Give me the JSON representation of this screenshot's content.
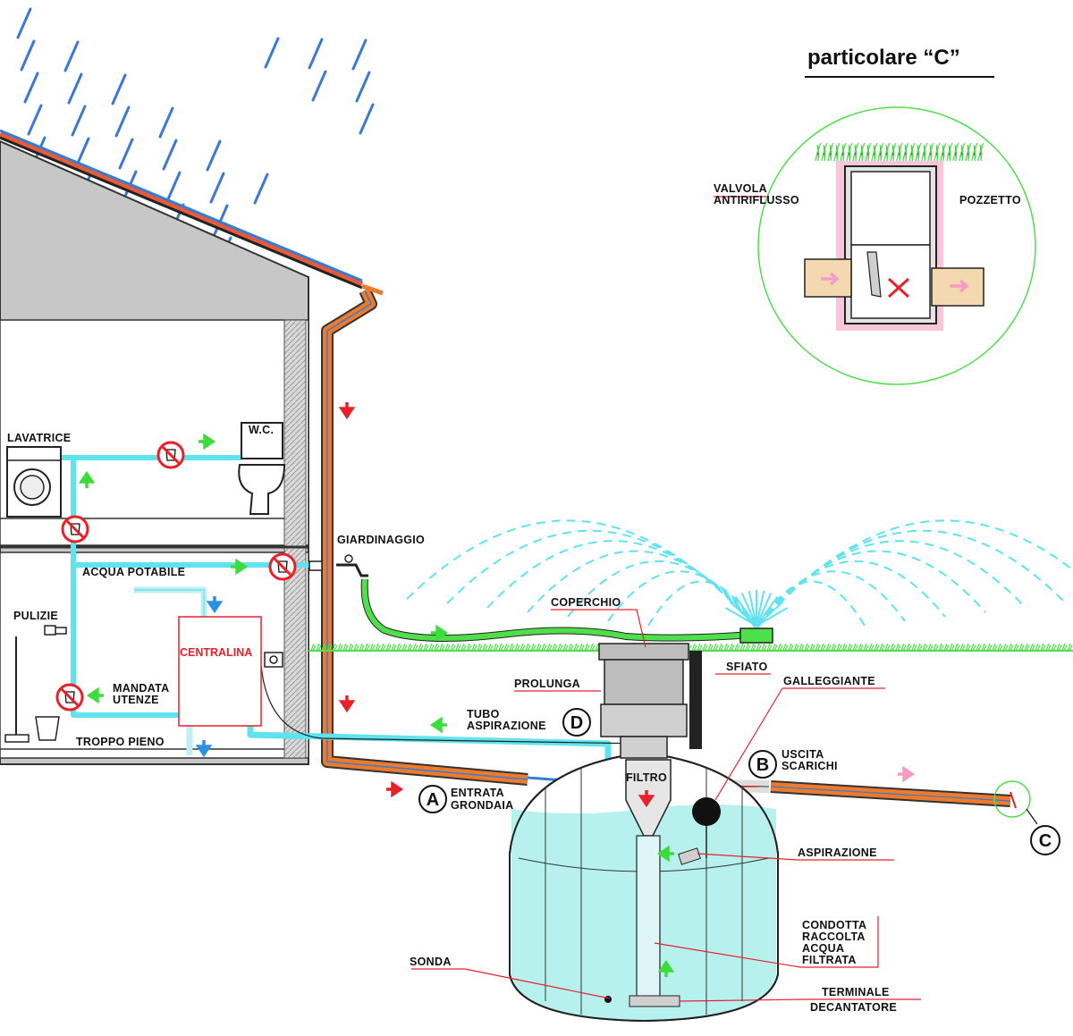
{
  "title": "particolare “C”",
  "labels": {
    "lavatrice": "LAVATRICE",
    "wc": "W.C.",
    "acqua_potabile": "ACQUA  POTABILE",
    "pulizie": "PULIZIE",
    "centralina": "CENTRALINA",
    "mandata": "MANDATA",
    "utenze": "UTENZE",
    "troppo_pieno": "TROPPO  PIENO",
    "giardinaggio": "GIARDINAGGIO",
    "coperchio": "COPERCHIO",
    "prolunga": "PROLUNGA",
    "sfiato": "SFIATO",
    "galleggiante": "GALLEGGIANTE",
    "tubo": "TUBO",
    "aspirazione_d": "ASPIRAZIONE",
    "uscita": "USCITA",
    "scarichi": "SCARICHI",
    "filtro": "FILTRO",
    "entrata": "ENTRATA",
    "grondaia": "GRONDAIA",
    "aspirazione": "ASPIRAZIONE",
    "condotta": "CONDOTTA",
    "raccolta": "RACCOLTA",
    "acqua": "ACQUA",
    "filtrata": "FILTRATA",
    "sonda": "SONDA",
    "terminale": "TERMINALE",
    "decantatore": "DECANTATORE",
    "valvola": "VALVOLA",
    "antiriflusso": "ANTIRIFLUSSO",
    "pozzetto": "POZZETTO"
  },
  "markers": {
    "a": "A",
    "b": "B",
    "c": "C",
    "d": "D"
  },
  "colors": {
    "water_pipe": "#5fe3ef",
    "rain_pipe": "#f07a2a",
    "blue_line": "#2f7fd6",
    "garden_hose": "#4ee04a",
    "flow_arrow_green": "#3ddc3d",
    "flow_arrow_red": "#e8202a",
    "flow_arrow_blue": "#2e8fe6",
    "flow_arrow_pink": "#f59cc6",
    "tank_water": "#b6f1ee",
    "house_wall": "#c7c7c7",
    "rain": "#3d78d4"
  },
  "icons": [
    "no-drink-sign-icon",
    "washing-machine-icon",
    "toilet-icon",
    "faucet-icon",
    "mop-icon",
    "bucket-icon",
    "power-socket-icon",
    "sprinkler-icon",
    "check-valve-icon"
  ]
}
